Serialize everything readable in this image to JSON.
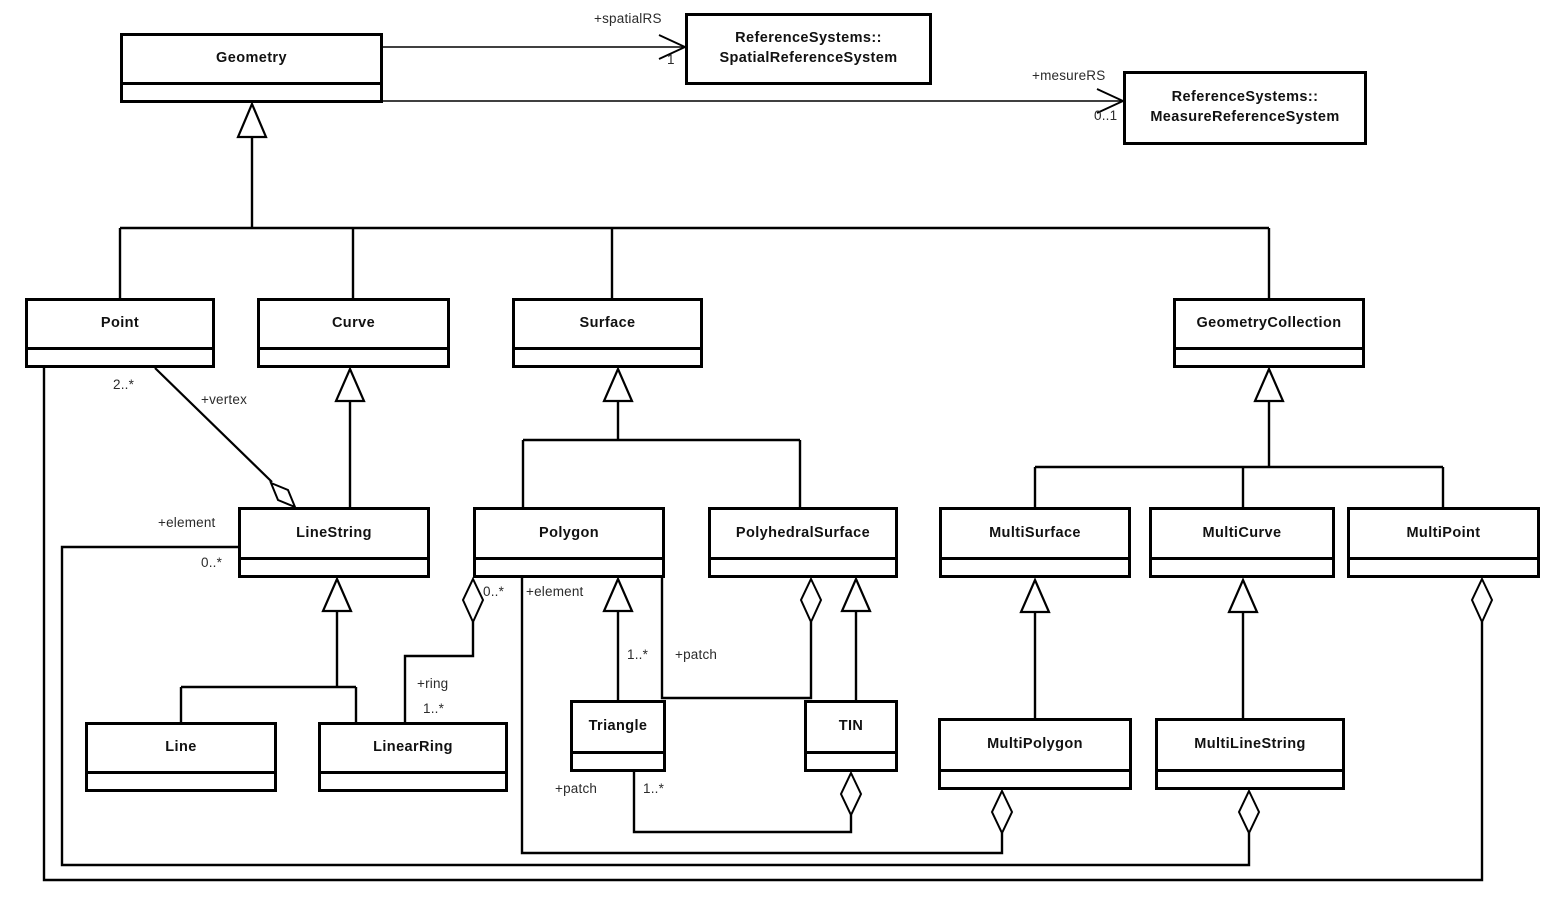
{
  "diagram": {
    "classes": {
      "geometry": {
        "name": "Geometry"
      },
      "spatial_reference_system": {
        "line1": "ReferenceSystems::",
        "line2": "SpatialReferenceSystem"
      },
      "measure_reference_system": {
        "line1": "ReferenceSystems::",
        "line2": "MeasureReferenceSystem"
      },
      "point": {
        "name": "Point"
      },
      "curve": {
        "name": "Curve"
      },
      "surface": {
        "name": "Surface"
      },
      "geometry_collection": {
        "name": "GeometryCollection"
      },
      "line_string": {
        "name": "LineString"
      },
      "polygon": {
        "name": "Polygon"
      },
      "polyhedral_surface": {
        "name": "PolyhedralSurface"
      },
      "multi_surface": {
        "name": "MultiSurface"
      },
      "multi_curve": {
        "name": "MultiCurve"
      },
      "multi_point": {
        "name": "MultiPoint"
      },
      "line": {
        "name": "Line"
      },
      "linear_ring": {
        "name": "LinearRing"
      },
      "triangle": {
        "name": "Triangle"
      },
      "tin": {
        "name": "TIN"
      },
      "multi_polygon": {
        "name": "MultiPolygon"
      },
      "multi_line_string": {
        "name": "MultiLineString"
      }
    },
    "labels": {
      "spatialrs_role": "+spatialRS",
      "spatialrs_mult": "1",
      "mesurers_role": "+mesureRS",
      "mesurers_mult": "0..1",
      "vertex_mult": "2..*",
      "vertex_role": "+vertex",
      "linestring_element_role": "+element",
      "linestring_element_mult": "0..*",
      "polygon_element_mult": "0..*",
      "polygon_element_role": "+element",
      "patch_polygon_mult": "1..*",
      "patch_polygon_role": "+patch",
      "ring_role": "+ring",
      "ring_mult": "1..*",
      "patch_triangle_role": "+patch",
      "patch_triangle_mult": "1..*"
    },
    "colors": {
      "line": "#000000",
      "background": "#ffffff",
      "text": "#111111"
    }
  }
}
